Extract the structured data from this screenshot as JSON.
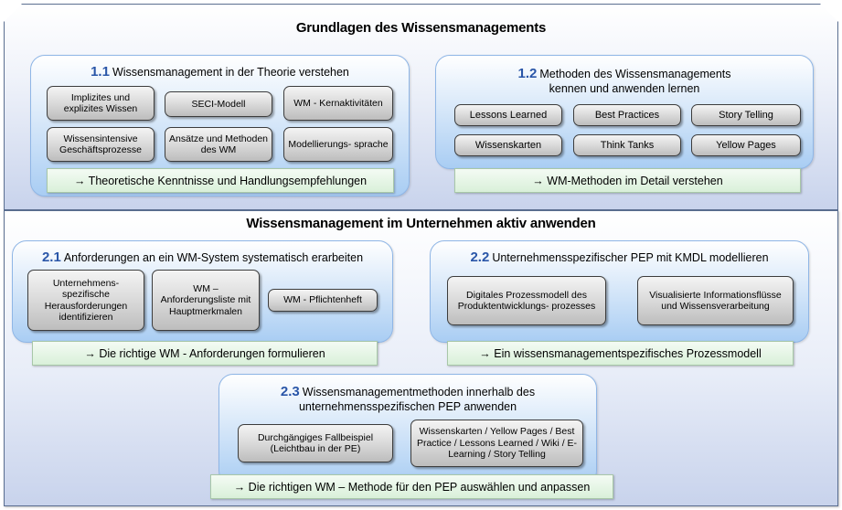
{
  "section1": {
    "title": "Grundlagen des Wissensmanagements",
    "panel11": {
      "num": "1.1",
      "title": "Wissensmanagement in der Theorie verstehen",
      "boxes": [
        "Implizites und explizites Wissen",
        "SECI-Modell",
        "WM - Kernaktivitäten",
        "Wissensintensive Geschäftsprozesse",
        "Ansätze und Methoden des WM",
        "Modellierungs- sprache"
      ],
      "result": "→ Theoretische Kenntnisse und Handlungsempfehlungen"
    },
    "panel12": {
      "num": "1.2",
      "title_line1": "Methoden des Wissensmanagements",
      "title_line2": "kennen und anwenden lernen",
      "boxes": [
        "Lessons Learned",
        "Best Practices",
        "Story Telling",
        "Wissenskarten",
        "Think Tanks",
        "Yellow Pages"
      ],
      "result": "→ WM-Methoden im Detail verstehen"
    }
  },
  "section2": {
    "title": "Wissensmanagement im Unternehmen aktiv anwenden",
    "panel21": {
      "num": "2.1",
      "title": "Anforderungen an ein WM-System systematisch erarbeiten",
      "boxes": [
        "Unternehmens- spezifische Herausforderungen identifizieren",
        "WM – Anforderungsliste mit Hauptmerkmalen",
        "WM - Pflichtenheft"
      ],
      "result": "→ Die richtige WM - Anforderungen formulieren"
    },
    "panel22": {
      "num": "2.2",
      "title": "Unternehmensspezifischer PEP mit KMDL modellieren",
      "boxes": [
        "Digitales Prozessmodell des Produktentwicklungs- prozesses",
        "Visualisierte Informationsflüsse und Wissensverarbeitung"
      ],
      "result": "→ Ein wissensmanagementspezifisches Prozessmodell"
    },
    "panel23": {
      "num": "2.3",
      "title_line1": "Wissensmanagementmethoden innerhalb des",
      "title_line2": "unternehmensspezifischen PEP anwenden",
      "boxes": [
        "Durchgängiges Fallbeispiel (Leichtbau in der PE)",
        "Wissenskarten / Yellow Pages / Best Practice / Lessons Learned / Wiki / E-Learning / Story Telling"
      ],
      "result": "→ Die richtigen WM – Methode für den PEP auswählen und anpassen"
    }
  }
}
